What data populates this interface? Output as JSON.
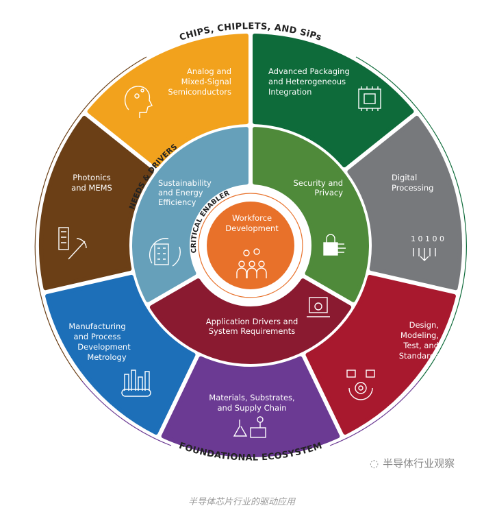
{
  "colors": {
    "analog": "#F2A21D",
    "packaging": "#0E6B3A",
    "digital": "#77797C",
    "design": "#A8192E",
    "materials": "#6B3A93",
    "manufacturing": "#1D6FB8",
    "photonics": "#6B3F16",
    "sustainability": "#66A0BA",
    "security": "#4F8A3A",
    "application": "#8A1A30",
    "workforce": "#E8712A"
  },
  "rings": {
    "outer_top": "CHIPS, CHIPLETS, AND SiPs",
    "outer_bottom": "FOUNDATIONAL ECOSYSTEM",
    "middle": "NEEDS & DRIVERS",
    "inner": "CRITICAL ENABLER"
  },
  "outer_segments": {
    "analog": [
      "Analog and",
      "Mixed-Signal",
      "Semiconductors"
    ],
    "packaging": [
      "Advanced Packaging",
      "and Heterogeneous",
      "Integration"
    ],
    "digital": [
      "Digital",
      "Processing"
    ],
    "design": [
      "Design,",
      "Modeling,",
      "Test, and",
      "Standards"
    ],
    "materials": [
      "Materials, Substrates,",
      "and Supply Chain"
    ],
    "manufacturing": [
      "Manufacturing",
      "and Process",
      "Development",
      "Metrology"
    ],
    "photonics": [
      "Photonics",
      "and MEMS"
    ]
  },
  "inner_segments": {
    "sustainability": [
      "Sustainability",
      "and Energy",
      "Efficiency"
    ],
    "security": [
      "Security and",
      "Privacy"
    ],
    "application": [
      "Application Drivers and",
      "System Requirements"
    ]
  },
  "center": [
    "Workforce",
    "Development"
  ],
  "icons": {
    "analog": "head-circuit-icon",
    "packaging": "chip-icon",
    "digital": "binary-arrows-icon",
    "design": "gear-cycle-icon",
    "materials": "lab-flask-icon",
    "manufacturing": "chart-tape-icon",
    "photonics": "building-laser-icon",
    "sustainability": "recycle-building-icon",
    "security": "padlock-circuit-icon",
    "application": "laptop-gear-icon",
    "workforce": "people-icon"
  },
  "watermark": "半导体行业观察",
  "caption": "半导体芯片行业的驱动应用"
}
